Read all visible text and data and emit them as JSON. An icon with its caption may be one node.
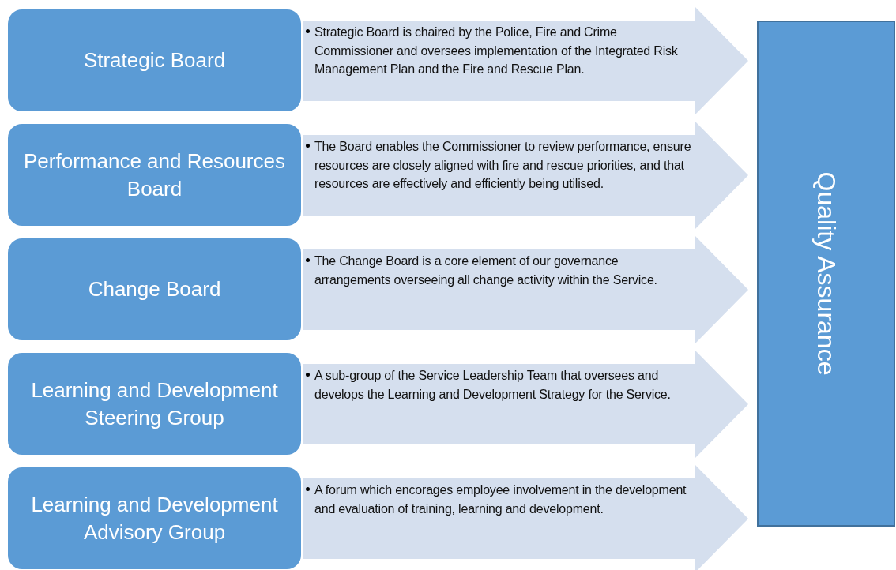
{
  "diagram": {
    "nodes": [
      {
        "text": [
          "Strategic Board"
        ]
      },
      {
        "text": [
          "Strategic Board is chaired by the Police, Fire and Crime Commissioner and oversees implementation of the Integrated Risk Management Plan and the Fire and Rescue Plan."
        ]
      },
      {
        "text": [
          "Performance and Resources Board"
        ]
      },
      {
        "text": [
          "The Board enables the Commissioner to review performance, ensure resources are closely aligned with fire and rescue priorities, and that resources are effectively and efficiently being utilised."
        ]
      },
      {
        "text": [
          "Change Board"
        ]
      },
      {
        "text": [
          "The Change Board is a core element of our governance arrangements overseeing all change activity within the Service."
        ]
      },
      {
        "text": [
          "Learning and Development Steering Group"
        ]
      },
      {
        "text": [
          "A sub-group of the Service Leadership Team that oversees and develops the Learning and Development Strategy for the Service."
        ]
      },
      {
        "text": [
          "Learning and Development Advisory Group"
        ]
      },
      {
        "text": [
          "A forum which encorages employee involvement in the development and evaluation of training, learning and development."
        ]
      },
      {
        "text": [
          "Quality Assurance"
        ]
      }
    ]
  }
}
